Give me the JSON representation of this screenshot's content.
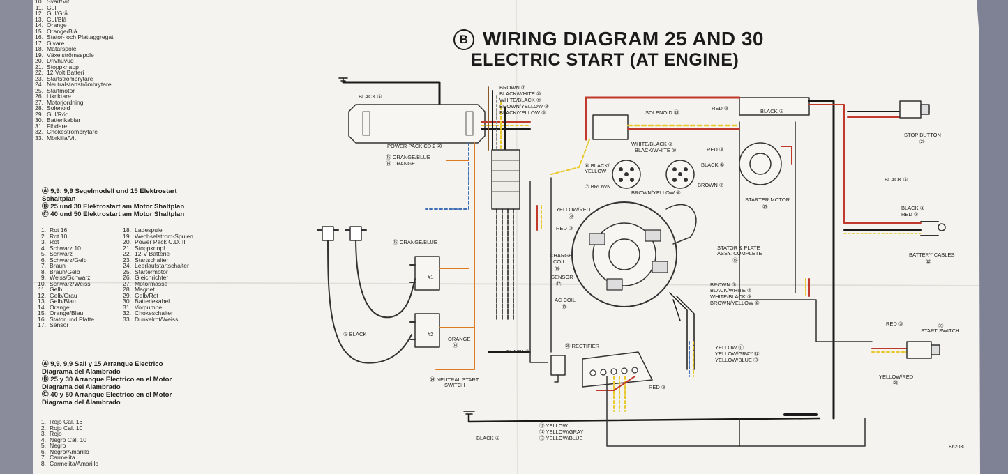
{
  "title": {
    "badge": "B",
    "line1": "WIRING DIAGRAM 25 AND 30",
    "line2": "ELECTRIC START (AT ENGINE)"
  },
  "part_number": "B62030",
  "swedish_list": [
    [
      "10.",
      "Svart/Vit"
    ],
    [
      "11.",
      "Gul"
    ],
    [
      "12.",
      "Gul/Grå"
    ],
    [
      "13.",
      "Gul/Blå"
    ],
    [
      "14.",
      "Orange"
    ],
    [
      "15.",
      "Orange/Blå"
    ],
    [
      "16.",
      "Stator- och Plattaggregat"
    ],
    [
      "17.",
      "Givare"
    ],
    [
      "18.",
      "Matarspole"
    ],
    [
      "19.",
      "Växelströmsspole"
    ],
    [
      "20.",
      "Drivhuvud"
    ],
    [
      "21.",
      "Stoppknapp"
    ],
    [
      "22.",
      "12 Volt Batteri"
    ],
    [
      "23.",
      "Startströmbrytare"
    ],
    [
      "24.",
      "Neutralstartströmbrytare"
    ],
    [
      "25.",
      "Startmotor"
    ],
    [
      "26.",
      "Likriktare"
    ],
    [
      "27.",
      "Motorjordning"
    ],
    [
      "28.",
      "Solenoid"
    ],
    [
      "29.",
      "Gul/Röd"
    ],
    [
      "30.",
      "Batterikablar"
    ],
    [
      "31.",
      "Flödare"
    ],
    [
      "32.",
      "Chokeströmbrytare"
    ],
    [
      "33.",
      "Mörklila/Vit"
    ]
  ],
  "german_header": [
    "Ⓐ 9,9; 9,9 Segelmodell und 15 Elektrostart",
    "Schaltplan",
    "Ⓑ 25 und 30 Elektrostart am Motor Shaltplan",
    "Ⓒ 40 und 50 Elektrostart am Motor Shaltplan"
  ],
  "german_list_left": [
    [
      "1.",
      "Rot 16"
    ],
    [
      "2.",
      "Rot 10"
    ],
    [
      "3.",
      "Rot"
    ],
    [
      "4.",
      "Schwarz 10"
    ],
    [
      "5.",
      "Schwarz"
    ],
    [
      "6.",
      "Schwarz/Gelb"
    ],
    [
      "7.",
      "Braun"
    ],
    [
      "8.",
      "Braun/Gelb"
    ],
    [
      "9.",
      "Weiss/Schwarz"
    ],
    [
      "10.",
      "Schwarz/Weiss"
    ],
    [
      "11.",
      "Gelb"
    ],
    [
      "12.",
      "Gelb/Grau"
    ],
    [
      "13.",
      "Gelb/Blau"
    ],
    [
      "14.",
      "Orange"
    ],
    [
      "15.",
      "Orange/Blau"
    ],
    [
      "16.",
      "Stator und Platte"
    ],
    [
      "17.",
      "Sensor"
    ]
  ],
  "german_list_right": [
    [
      "18.",
      "Ladespule"
    ],
    [
      "19.",
      "Wechselstrom-Spulen"
    ],
    [
      "20.",
      "Power Pack C.D. II"
    ],
    [
      "21.",
      "Stoppknopf"
    ],
    [
      "22.",
      "12-V Batterie"
    ],
    [
      "23.",
      "Startschalter"
    ],
    [
      "24.",
      "Leerlaufstartschalter"
    ],
    [
      "25.",
      "Startermotor"
    ],
    [
      "26.",
      "Gleichrichter"
    ],
    [
      "27.",
      "Motormasse"
    ],
    [
      "28.",
      "Magnet"
    ],
    [
      "29.",
      "Gelb/Rot"
    ],
    [
      "30.",
      "Batteriekabel"
    ],
    [
      "31.",
      "Vorpumpe"
    ],
    [
      "32.",
      "Chokeschalter"
    ],
    [
      "33.",
      "Dunkelrot/Weiss"
    ]
  ],
  "spanish_header": [
    "Ⓐ 9,9, 9,9 Sail y 15 Arranque Electrico",
    "Diagrama del Alambrado",
    "Ⓑ 25 y 30 Arranque Electrico en el Motor",
    "Diagrama del Alambrado",
    "Ⓒ 40 y 50 Arranque Electrico en el Motor",
    "Diagrama del Alambrado"
  ],
  "spanish_list": [
    [
      "1.",
      "Rojo Cal. 16"
    ],
    [
      "2.",
      "Rojo Cal. 10"
    ],
    [
      "3.",
      "Rojo"
    ],
    [
      "4.",
      "Negro Cal. 10"
    ],
    [
      "5.",
      "Negro"
    ],
    [
      "6.",
      "Negro/Amarillo"
    ],
    [
      "7.",
      "Carmelita"
    ],
    [
      "8.",
      "Carmelita/Amarillo"
    ]
  ],
  "labels": {
    "black_ground_top": "BLACK ⑤",
    "power_pack": "POWER PACK CD 2 ⑳",
    "orange_blue_top": "⑮ ORANGE/BLUE",
    "orange_top": "⑭ ORANGE",
    "harness_1": "BROWN ⑦",
    "harness_2": "BLACK/WHITE ⑩",
    "harness_3": "WHITE/BLACK ⑨",
    "harness_4": "BROWN/YELLOW ⑧",
    "harness_5": "BLACK/YELLOW ⑥",
    "solenoid": "SOLENOID ㉘",
    "red_top": "RED ③",
    "black_top": "BLACK ⑤",
    "white_black": "WHITE/BLACK ⑨",
    "black_white": "BLACK/WHITE ⑩",
    "red_mid": "RED ③",
    "black_yellow": "⑥ BLACK/",
    "black_yellow2": "YELLOW",
    "black_coil": "BLACK ⑤",
    "brown_left": "⑦ BROWN",
    "brown_right": "BROWN ⑦",
    "brown_yellow": "BROWN/YELLOW ⑧",
    "starter_motor": "STARTER MOTOR",
    "stop_button": "STOP BUTTON",
    "black_right1": "BLACK ⑤",
    "black_right2": "BLACK ④",
    "red_right": "RED ②",
    "battery_cables": "BATTERY CABLES",
    "yellow_red": "YELLOW/RED",
    "red_stator": "RED ③",
    "orange_blue_mid": "⑮ ORANGE/BLUE",
    "charge_coil": "CHARGE",
    "charge_coil2": "COIL",
    "sensor": "SENSOR",
    "ac_coil": "AC COIL",
    "stator_plate": "STATOR & PLATE",
    "stator_plate2": "ASSY. COMPLETE",
    "s_brown": "BROWN ⑦",
    "s_black_white": "BLACK/WHITE ⑩",
    "s_white_black": "WHITE/BLACK ⑨",
    "s_brown_yellow": "BROWN/YELLOW ⑧",
    "coil1": "#1",
    "coil2": "#2",
    "black_coils": "⑤ BLACK",
    "orange_low": "ORANGE",
    "black_low": "BLACK ⑤",
    "rectifier": "㉖ RECTIFIER",
    "neutral_start": "㉔ NEUTRAL START",
    "neutral_start2": "SWITCH",
    "red_rect": "RED ③",
    "yellow_r1": "YELLOW ⑪",
    "yellow_r2": "YELLOW/GRAY ⑫",
    "yellow_r3": "YELLOW/BLUE ⑬",
    "yellow_b1": "⑪ YELLOW",
    "yellow_b2": "⑫ YELLOW/GRAY",
    "yellow_b3": "⑬ YELLOW/BLUE",
    "black_bottom": "BLACK ⑤",
    "red_start": "RED ③",
    "start_switch": "START SWITCH",
    "yellow_red_start": "YELLOW/RED",
    "ref_stop": "㉑",
    "ref_battery": "㉒",
    "ref_starter": "㉕",
    "ref_start_switch": "㉓",
    "ref_yr": "㉙",
    "ref_stator": "⑯",
    "ref_charge": "⑱",
    "ref_sensor": "⑰",
    "ref_ac": "⑲",
    "ref_yr_start": "㉙"
  },
  "colors": {
    "paper": "#f4f3ef",
    "background": "#7f8294",
    "wire_black": "#1a1a1a",
    "wire_red": "#c0392b",
    "wire_yellow": "#e8c82a",
    "wire_orange": "#e07a20",
    "wire_blue": "#3f6fb5",
    "wire_brown": "#8a5a2b"
  }
}
